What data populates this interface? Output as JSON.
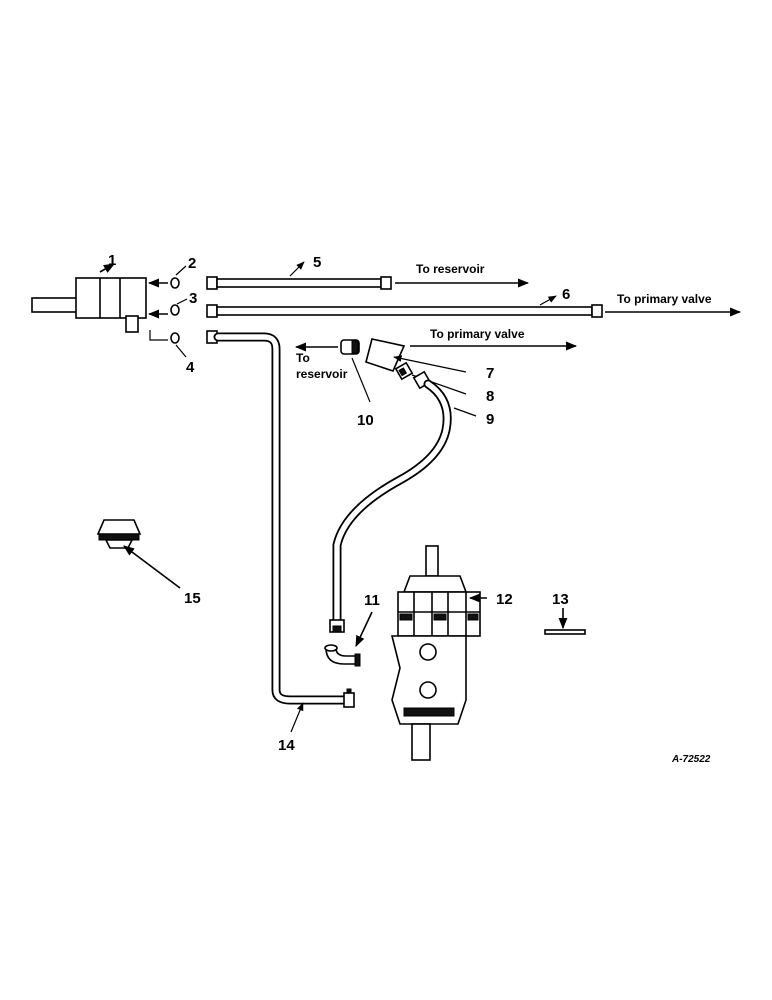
{
  "diagram": {
    "callouts": [
      "1",
      "2",
      "3",
      "4",
      "5",
      "6",
      "7",
      "8",
      "9",
      "10",
      "11",
      "12",
      "13",
      "14",
      "15"
    ],
    "notes": {
      "to_reservoir_upper": "To reservoir",
      "to_primary_valve_right": "To primary valve",
      "to_primary_valve_mid": "To primary valve",
      "to_reservoir_lower_line1": "To",
      "to_reservoir_lower_line2": "reservoir"
    },
    "drawing_number": "A-72522"
  }
}
